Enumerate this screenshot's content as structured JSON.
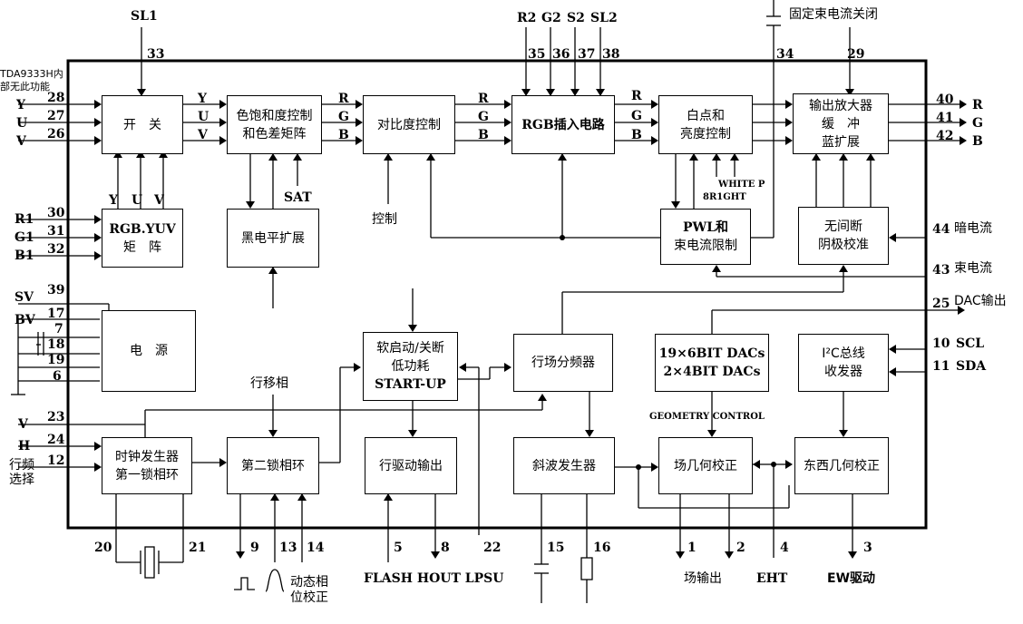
{
  "blocks": {
    "switch": "开　关",
    "sat_line1": "色饱和度控制",
    "sat_line2": "和色差矩阵",
    "contrast": "对比度控制",
    "rgb_insert": "RGB插入电路",
    "white_line1": "白点和",
    "white_line2": "亮度控制",
    "out_line1": "输出放大器",
    "out_line2": "缓　冲",
    "out_line3": "蓝扩展",
    "rgbyuv_line1": "RGB.YUV",
    "rgbyuv_line2": "矩　阵",
    "black_level": "黑电平扩展",
    "pwl_line1": "PWL和",
    "pwl_line2": "束电流限制",
    "cathode_line1": "无间断",
    "cathode_line2": "阴极校准",
    "power": "电　源",
    "softstart_line1": "软启动/关断",
    "softstart_line2": "低功耗",
    "softstart_line3": "START-UP",
    "divider": "行场分频器",
    "dacs_line1": "19×6BIT DACs",
    "dacs_line2": "2×4BIT DACs",
    "i2c_line1": "I²C总线",
    "i2c_line2": "收发器",
    "clock_line1": "时钟发生器",
    "clock_line2": "第一锁相环",
    "pll2": "第二锁相环",
    "hdrive": "行驱动输出",
    "ramp": "斜波发生器",
    "vgeom": "场几何校正",
    "ewgeom": "东西几何校正"
  },
  "labels": {
    "sl1": "SL1",
    "r2": "R2",
    "g2": "G2",
    "s2": "S2",
    "sl2": "SL2",
    "fixed_beam_off": "固定束电流关闭",
    "tda_note_1": "TDA9333H内",
    "tda_note_2": "部无此功能",
    "y_in": "Y",
    "u_in": "U",
    "v_in": "V",
    "r1": "R1",
    "g1": "G1",
    "b1": "B1",
    "sv": "SV",
    "bv": "BV",
    "v_sync": "V",
    "h_sync": "H",
    "line_freq_1": "行频",
    "line_freq_2": "选择",
    "y_mid": "Y",
    "u_mid": "U",
    "v_mid": "V",
    "r_a": "R",
    "g_a": "G",
    "b_a": "B",
    "r_b": "R",
    "g_b": "G",
    "b_b": "B",
    "r_c": "R",
    "g_c": "G",
    "b_c": "B",
    "y_up": "Y",
    "u_up": "U",
    "v_up": "V",
    "sat": "SAT",
    "control": "控制",
    "white_p": "WHITE P",
    "bright": "8R1GHT",
    "dark_current": "暗电流",
    "beam_current": "束电流",
    "dac_out": "DAC输出",
    "scl": "SCL",
    "sda": "SDA",
    "geometry_control": "GEOMETRY CONTROL",
    "phase_shift": "行移相",
    "out_r": "R",
    "out_g": "G",
    "out_b": "B",
    "flash_hout_lpsu": "FLASH HOUT LPSU",
    "field_out": "场输出",
    "eht": "EHT",
    "ew_drive": "EW驱动",
    "dyn_phase_1": "动态相",
    "dyn_phase_2": "位校正"
  },
  "pins": {
    "p33": "33",
    "p35": "35",
    "p36": "36",
    "p37": "37",
    "p38": "38",
    "p34": "34",
    "p29": "29",
    "p28": "28",
    "p27": "27",
    "p26": "26",
    "p30": "30",
    "p31": "31",
    "p32": "32",
    "p39": "39",
    "p17": "17",
    "p7": "7",
    "p18": "18",
    "p19": "19",
    "p6": "6",
    "p23": "23",
    "p24": "24",
    "p12": "12",
    "p40": "40",
    "p41": "41",
    "p42": "42",
    "p44": "44",
    "p43": "43",
    "p25": "25",
    "p10": "10",
    "p11": "11",
    "p20": "20",
    "p21": "21",
    "p9": "9",
    "p13": "13",
    "p14": "14",
    "p5": "5",
    "p8": "8",
    "p22": "22",
    "p15": "15",
    "p16": "16",
    "p1": "1",
    "p2": "2",
    "p4": "4",
    "p3": "3"
  }
}
